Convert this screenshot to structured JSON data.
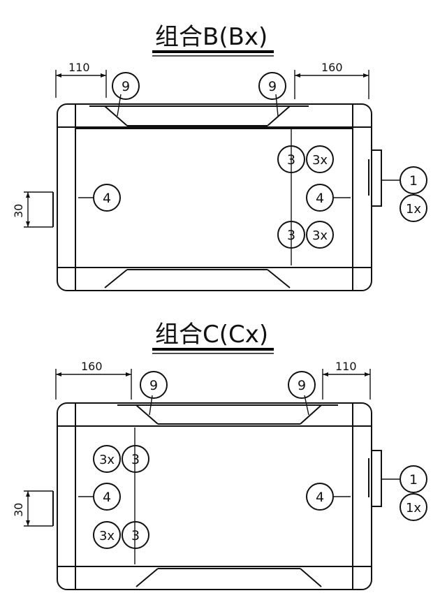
{
  "diagram_b": {
    "title": "组合B(Bx)",
    "dim_left": "110",
    "dim_right": "160",
    "dim_side": "30",
    "callouts": {
      "c9_left": "9",
      "c9_right": "9",
      "c3_top": "3",
      "c3x_top": "3x",
      "c4_left": "4",
      "c4_right": "4",
      "c3_bottom": "3",
      "c3x_bottom": "3x",
      "c1": "1",
      "c1x": "1x"
    }
  },
  "diagram_c": {
    "title": "组合C(Cx)",
    "dim_left": "160",
    "dim_right": "110",
    "dim_side": "30",
    "callouts": {
      "c9_left": "9",
      "c9_right": "9",
      "c3x_top": "3x",
      "c3_top": "3",
      "c4_left": "4",
      "c4_right": "4",
      "c3x_bottom": "3x",
      "c3_bottom": "3",
      "c1": "1",
      "c1x": "1x"
    }
  }
}
